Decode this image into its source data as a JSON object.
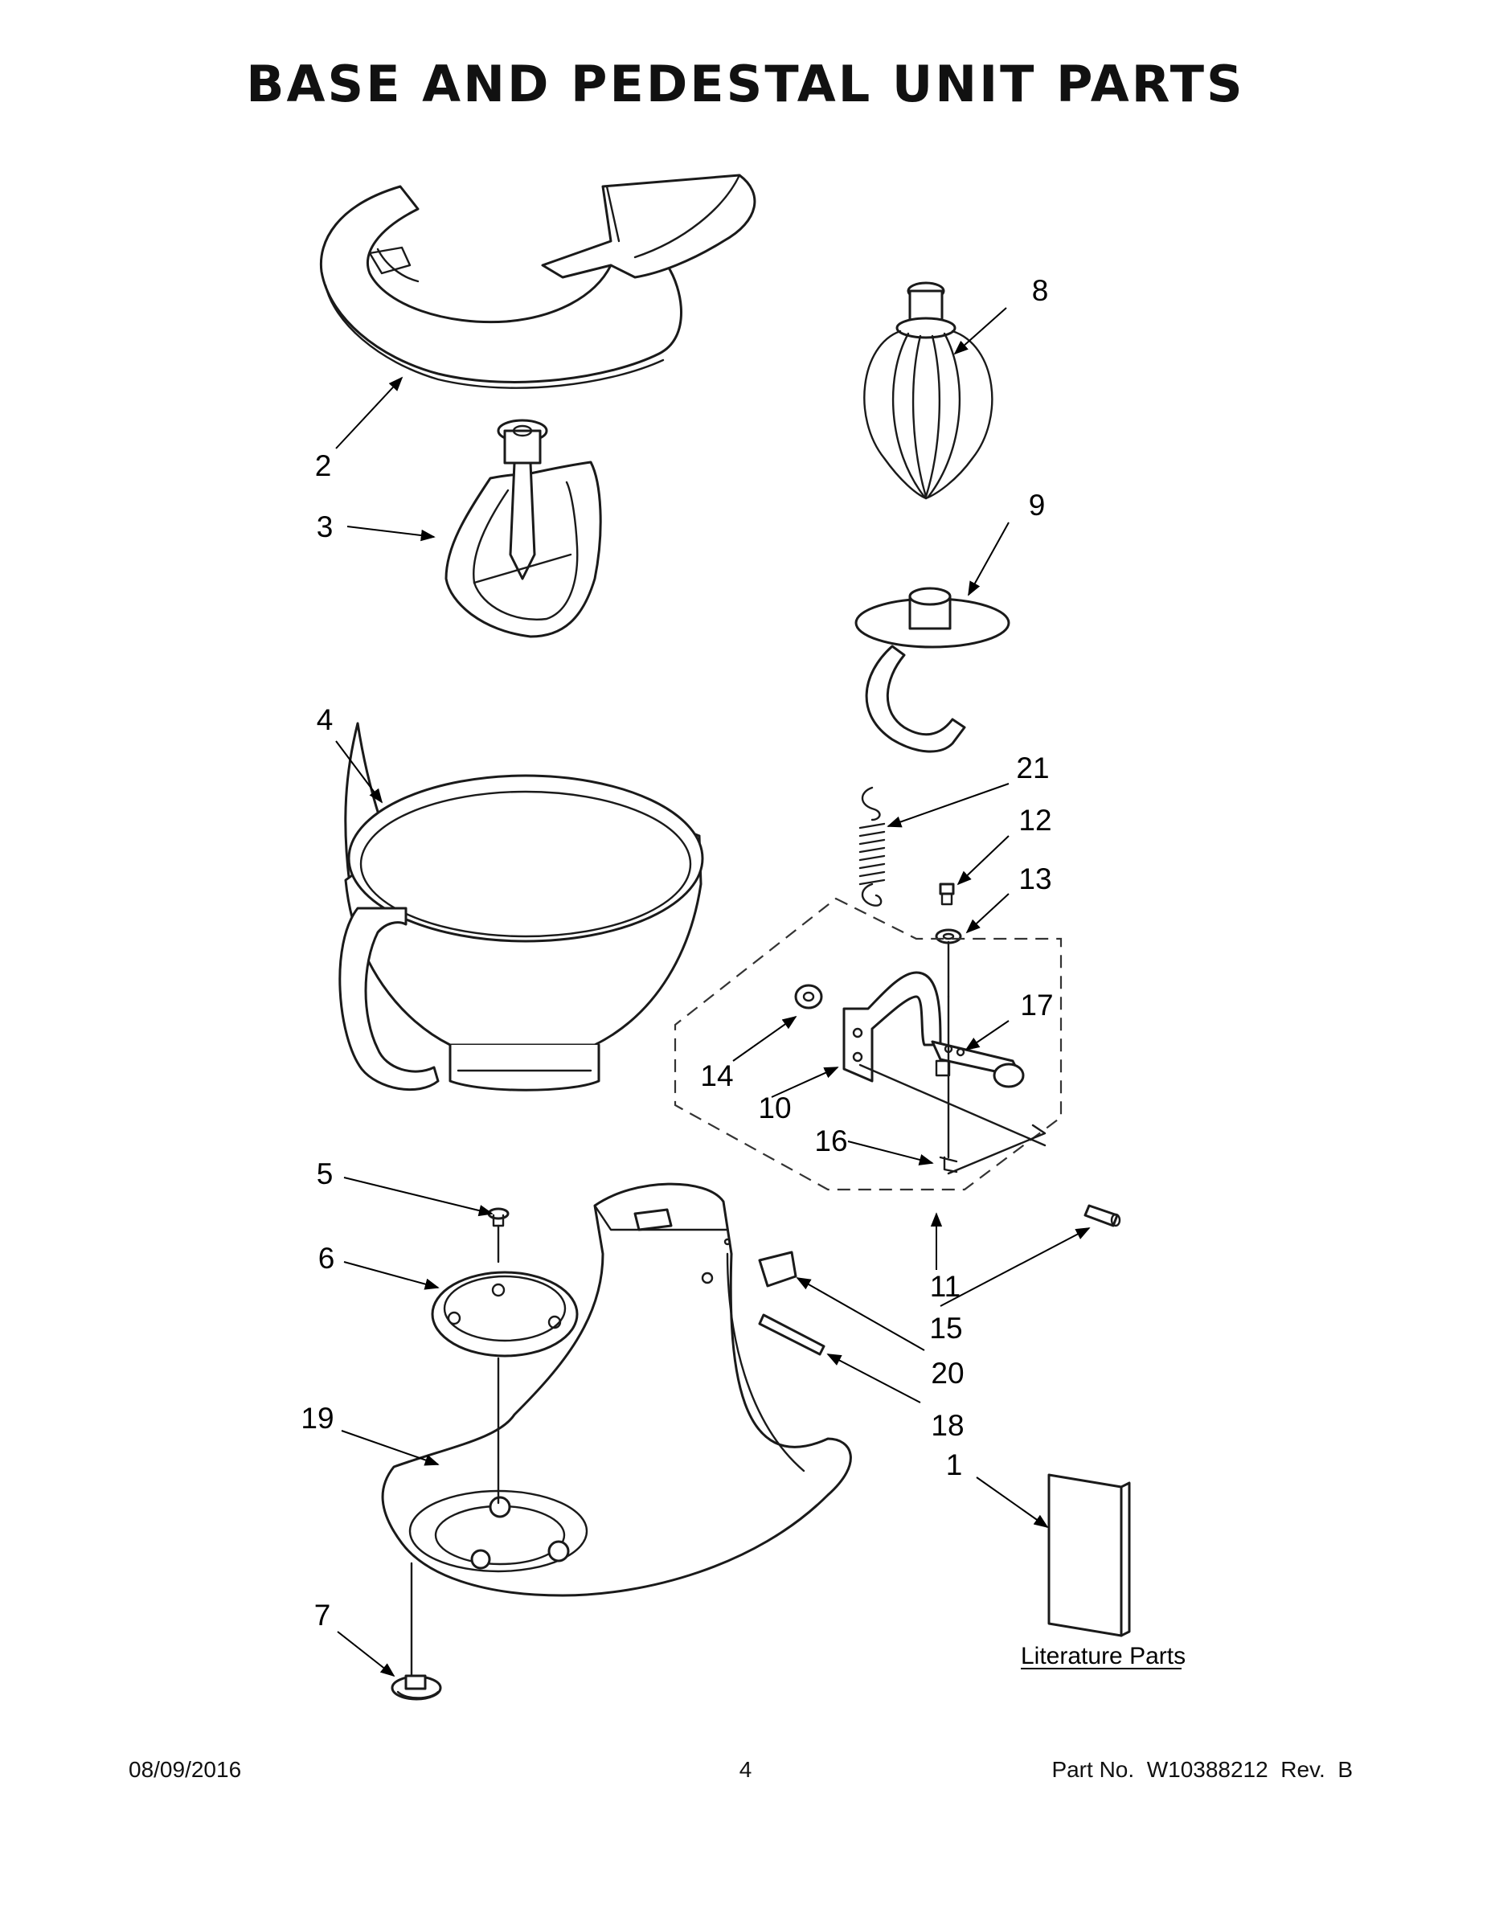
{
  "title": "BASE AND PEDESTAL UNIT PARTS",
  "callouts": {
    "c1": "1",
    "c2": "2",
    "c3": "3",
    "c4": "4",
    "c5": "5",
    "c6": "6",
    "c7": "7",
    "c8": "8",
    "c9": "9",
    "c10": "10",
    "c11": "11",
    "c12": "12",
    "c13": "13",
    "c14": "14",
    "c15": "15",
    "c16": "16",
    "c17": "17",
    "c18": "18",
    "c19": "19",
    "c20": "20",
    "c21": "21"
  },
  "literature_label": "Literature Parts",
  "footer": {
    "date": "08/09/2016",
    "page": "4",
    "part_no": "Part No.  W10388212  Rev.  B"
  }
}
